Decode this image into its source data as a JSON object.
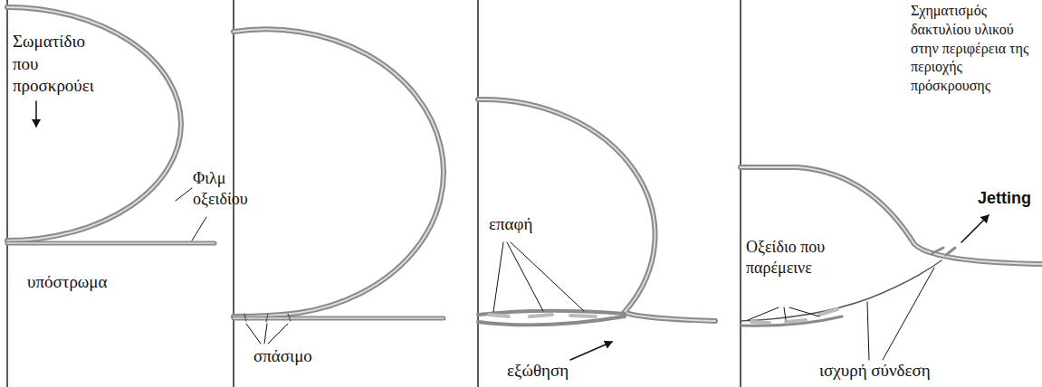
{
  "diagram": {
    "labels": [
      "Σωματίδιο που προσκρούει",
      "Φιλμ οξειδίου",
      "υπόστρωμα",
      "σπάσιμο",
      "επαφή",
      "εξώθηση",
      "Σχηματισμός δακτυλίου υλικού στην περιφέρεια της περιοχής πρόσκρουσης",
      "Jetting",
      "Οξείδιο που παρέμεινε",
      "ισχυρή σύνδεση"
    ]
  }
}
